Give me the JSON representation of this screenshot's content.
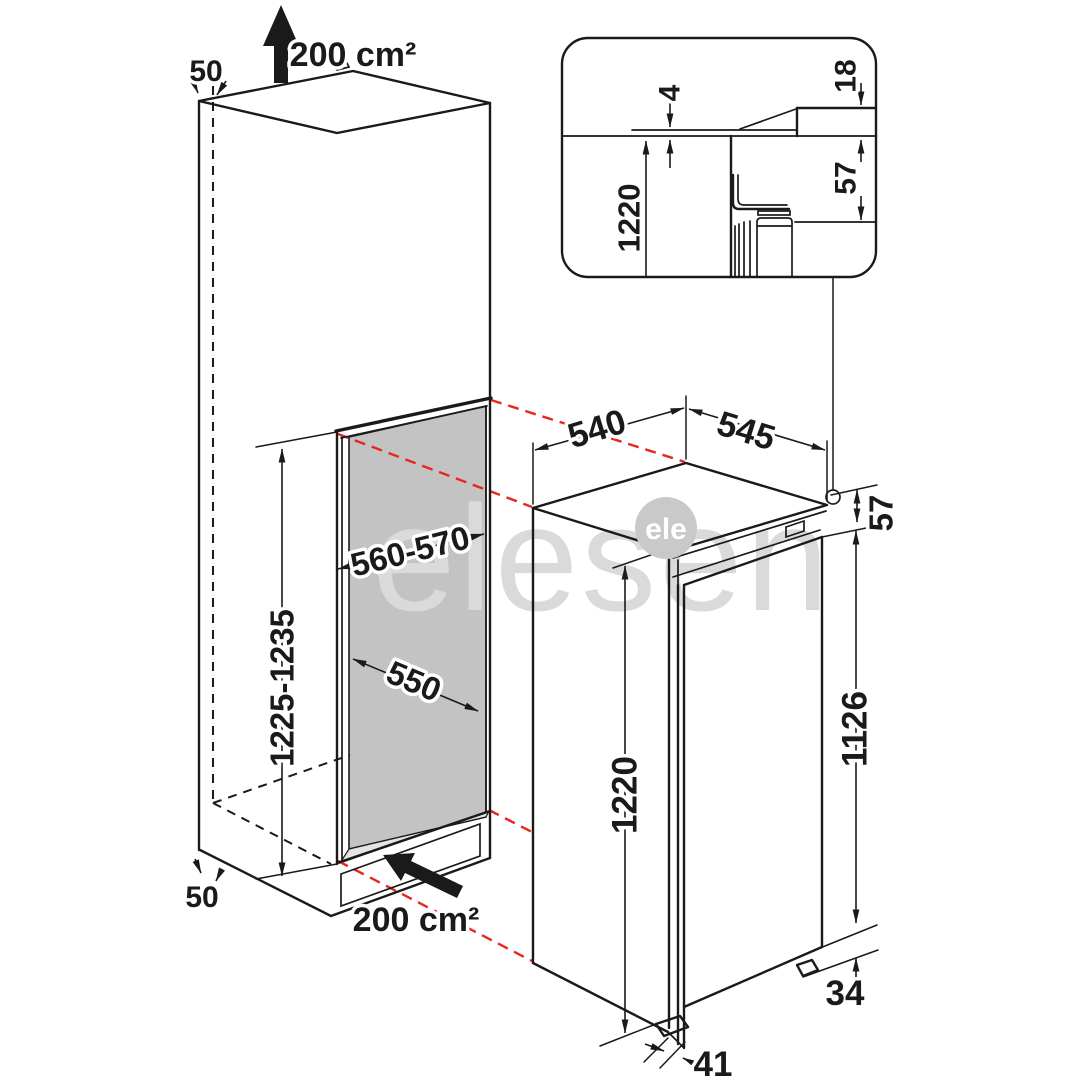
{
  "diagram": {
    "title_hint": "built-in appliance installation drawing",
    "cabinet": {
      "wall_top": "50",
      "vent_top": "200 cm²",
      "niche_width": "560-570",
      "niche_height": "1225-1235",
      "panel_width": "550",
      "wall_bottom": "50",
      "vent_bottom": "200 cm²"
    },
    "appliance": {
      "depth": "540",
      "width": "545",
      "top_clearance": "57",
      "height": "1220",
      "rear_height": "1126",
      "foot_height": "34",
      "door_thickness": "41"
    },
    "inset": {
      "door_gap": "4",
      "panel_thickness": "18",
      "niche_height": "1220",
      "top_recess": "57"
    },
    "watermark": {
      "text": "elesen",
      "badge": "ele"
    },
    "colors": {
      "line": "#1a1a1a",
      "projection_red": "#e8251f",
      "niche_panel_gray": "#c3c3c3",
      "niche_floor_gray": "#e4e4e4",
      "watermark_gray": "#dadada",
      "badge_gray": "#c9c9c9"
    }
  }
}
